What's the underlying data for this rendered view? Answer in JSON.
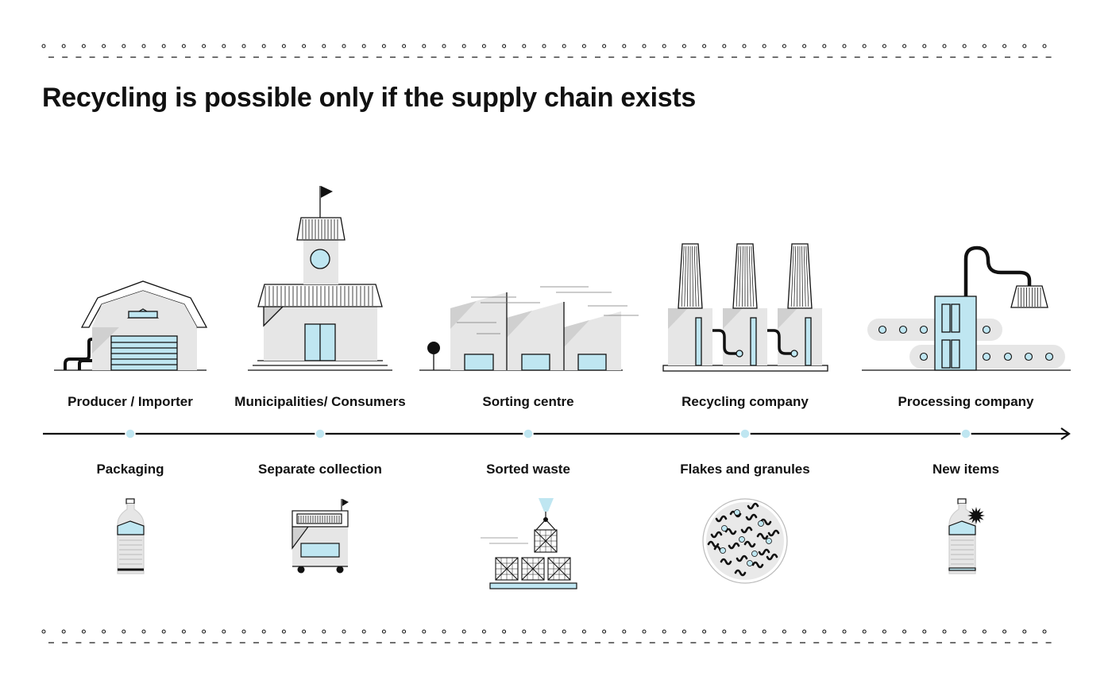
{
  "title": "Recycling is possible only if the supply chain exists",
  "colors": {
    "accent": "#bfe6f1",
    "stroke": "#111111",
    "grey": "#e6e6e6",
    "grey_dark": "#cfcfcf"
  },
  "stages": [
    {
      "actor": "Producer / Importer",
      "output": "Packaging",
      "building_icon": "warehouse-icon",
      "item_icon": "plastic-bottle-icon"
    },
    {
      "actor": "Municipalities/ Consumers",
      "output": "Separate collection",
      "building_icon": "town-hall-icon",
      "item_icon": "waste-bin-cart-icon"
    },
    {
      "actor": "Sorting centre",
      "output": "Sorted waste",
      "building_icon": "sorting-plant-icon",
      "item_icon": "crane-crates-icon"
    },
    {
      "actor": "Recycling company",
      "output": "Flakes and granules",
      "building_icon": "factory-chimneys-icon",
      "item_icon": "granules-dish-icon"
    },
    {
      "actor": "Processing company",
      "output": "New items",
      "building_icon": "processing-machine-icon",
      "item_icon": "new-bottle-icon"
    }
  ]
}
